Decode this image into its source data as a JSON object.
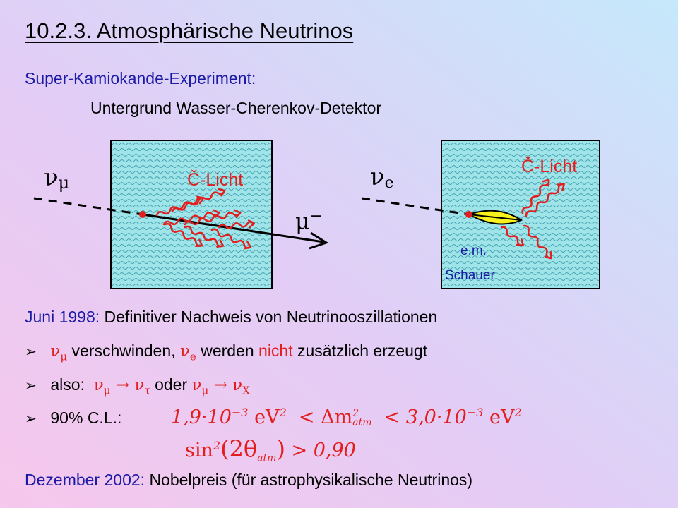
{
  "title": "10.2.3. Atmosphärische Neutrinos",
  "experiment": {
    "name": "Super-Kamiokande-Experiment:",
    "detector": "Untergrund Wasser-Cherenkov-Detektor"
  },
  "diagram_left": {
    "neutrino": "ν",
    "neutrino_sub": "μ",
    "light_label": "Č-Licht",
    "muon": "μ",
    "muon_sup": "−"
  },
  "diagram_right": {
    "neutrino": "ν",
    "neutrino_sub": "e",
    "light_label": "Č-Licht",
    "shower_line1": "e.m.",
    "shower_line2": "Schauer"
  },
  "result": {
    "date": "Juni 1998:",
    "text": "Definitiver Nachweis von Neutrinooszillationen"
  },
  "bullets": {
    "b1": {
      "nu": "ν",
      "nu_sub": "μ",
      "t1": "verschwinden,",
      "nu2": "ν",
      "nu2_sub": "e",
      "t2": "werden",
      "t3": "nicht",
      "t4": "zusätzlich erzeugt"
    },
    "b2": {
      "lead": "also:",
      "a": "ν",
      "a_sub": "μ",
      "arr": "→",
      "b": "ν",
      "b_sub": "τ",
      "oder": "oder",
      "c": "ν",
      "c_sub": "μ",
      "arr2": "→",
      "d": "ν",
      "d_sub": "X"
    },
    "b3": {
      "lead": "90% C.L.:"
    }
  },
  "formula": {
    "lhs": "1,9·10",
    "lhs_exp": "−3",
    "unit1": "eV",
    "unit1_exp": "2",
    "lt1": "<",
    "delta": "Δm",
    "delta_sup": "2",
    "delta_sub": "atm",
    "lt2": "<",
    "rhs": "3,0·10",
    "rhs_exp": "−3",
    "unit2": "eV",
    "unit2_exp": "2",
    "sin": "sin",
    "sin_exp": "2",
    "arg": "(2θ",
    "arg_sub": "atm",
    "arg_close": ")",
    "gt": ">",
    "val": "0,90"
  },
  "nobel": {
    "date": "Dezember 2002:",
    "text": "Nobelpreis (für astrophysikalische Neutrinos)"
  },
  "colors": {
    "blue": "#1a1aa6",
    "red": "#e31e1e",
    "water": "#9fe4e8",
    "wave": "#4aa5b3"
  }
}
